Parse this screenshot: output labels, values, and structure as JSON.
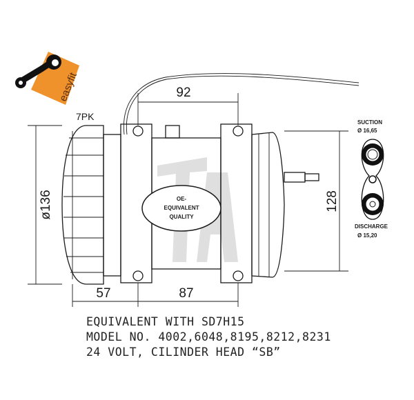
{
  "logo": {
    "text": "easyfit",
    "color": "#f0922b"
  },
  "belt_label": "7PK",
  "dimensions": {
    "pulley_diameter": "ø136",
    "top_width": "92",
    "height": "128",
    "pulley_offset": "57",
    "mount_spacing": "87"
  },
  "badge": {
    "line1": "OE-",
    "line2": "EQUIVALENT",
    "line3": "QUALITY"
  },
  "ports": {
    "suction_label": "SUCTION",
    "suction_size": "Ø 16,65",
    "discharge_label": "DISCHARGE",
    "discharge_size": "Ø 15,20"
  },
  "notes": [
    "EQUIVALENT WITH SD7H15",
    "MODEL NO. 4002,6048,8195,8212,8231",
    "24 VOLT, CILINDER HEAD “SB”"
  ]
}
